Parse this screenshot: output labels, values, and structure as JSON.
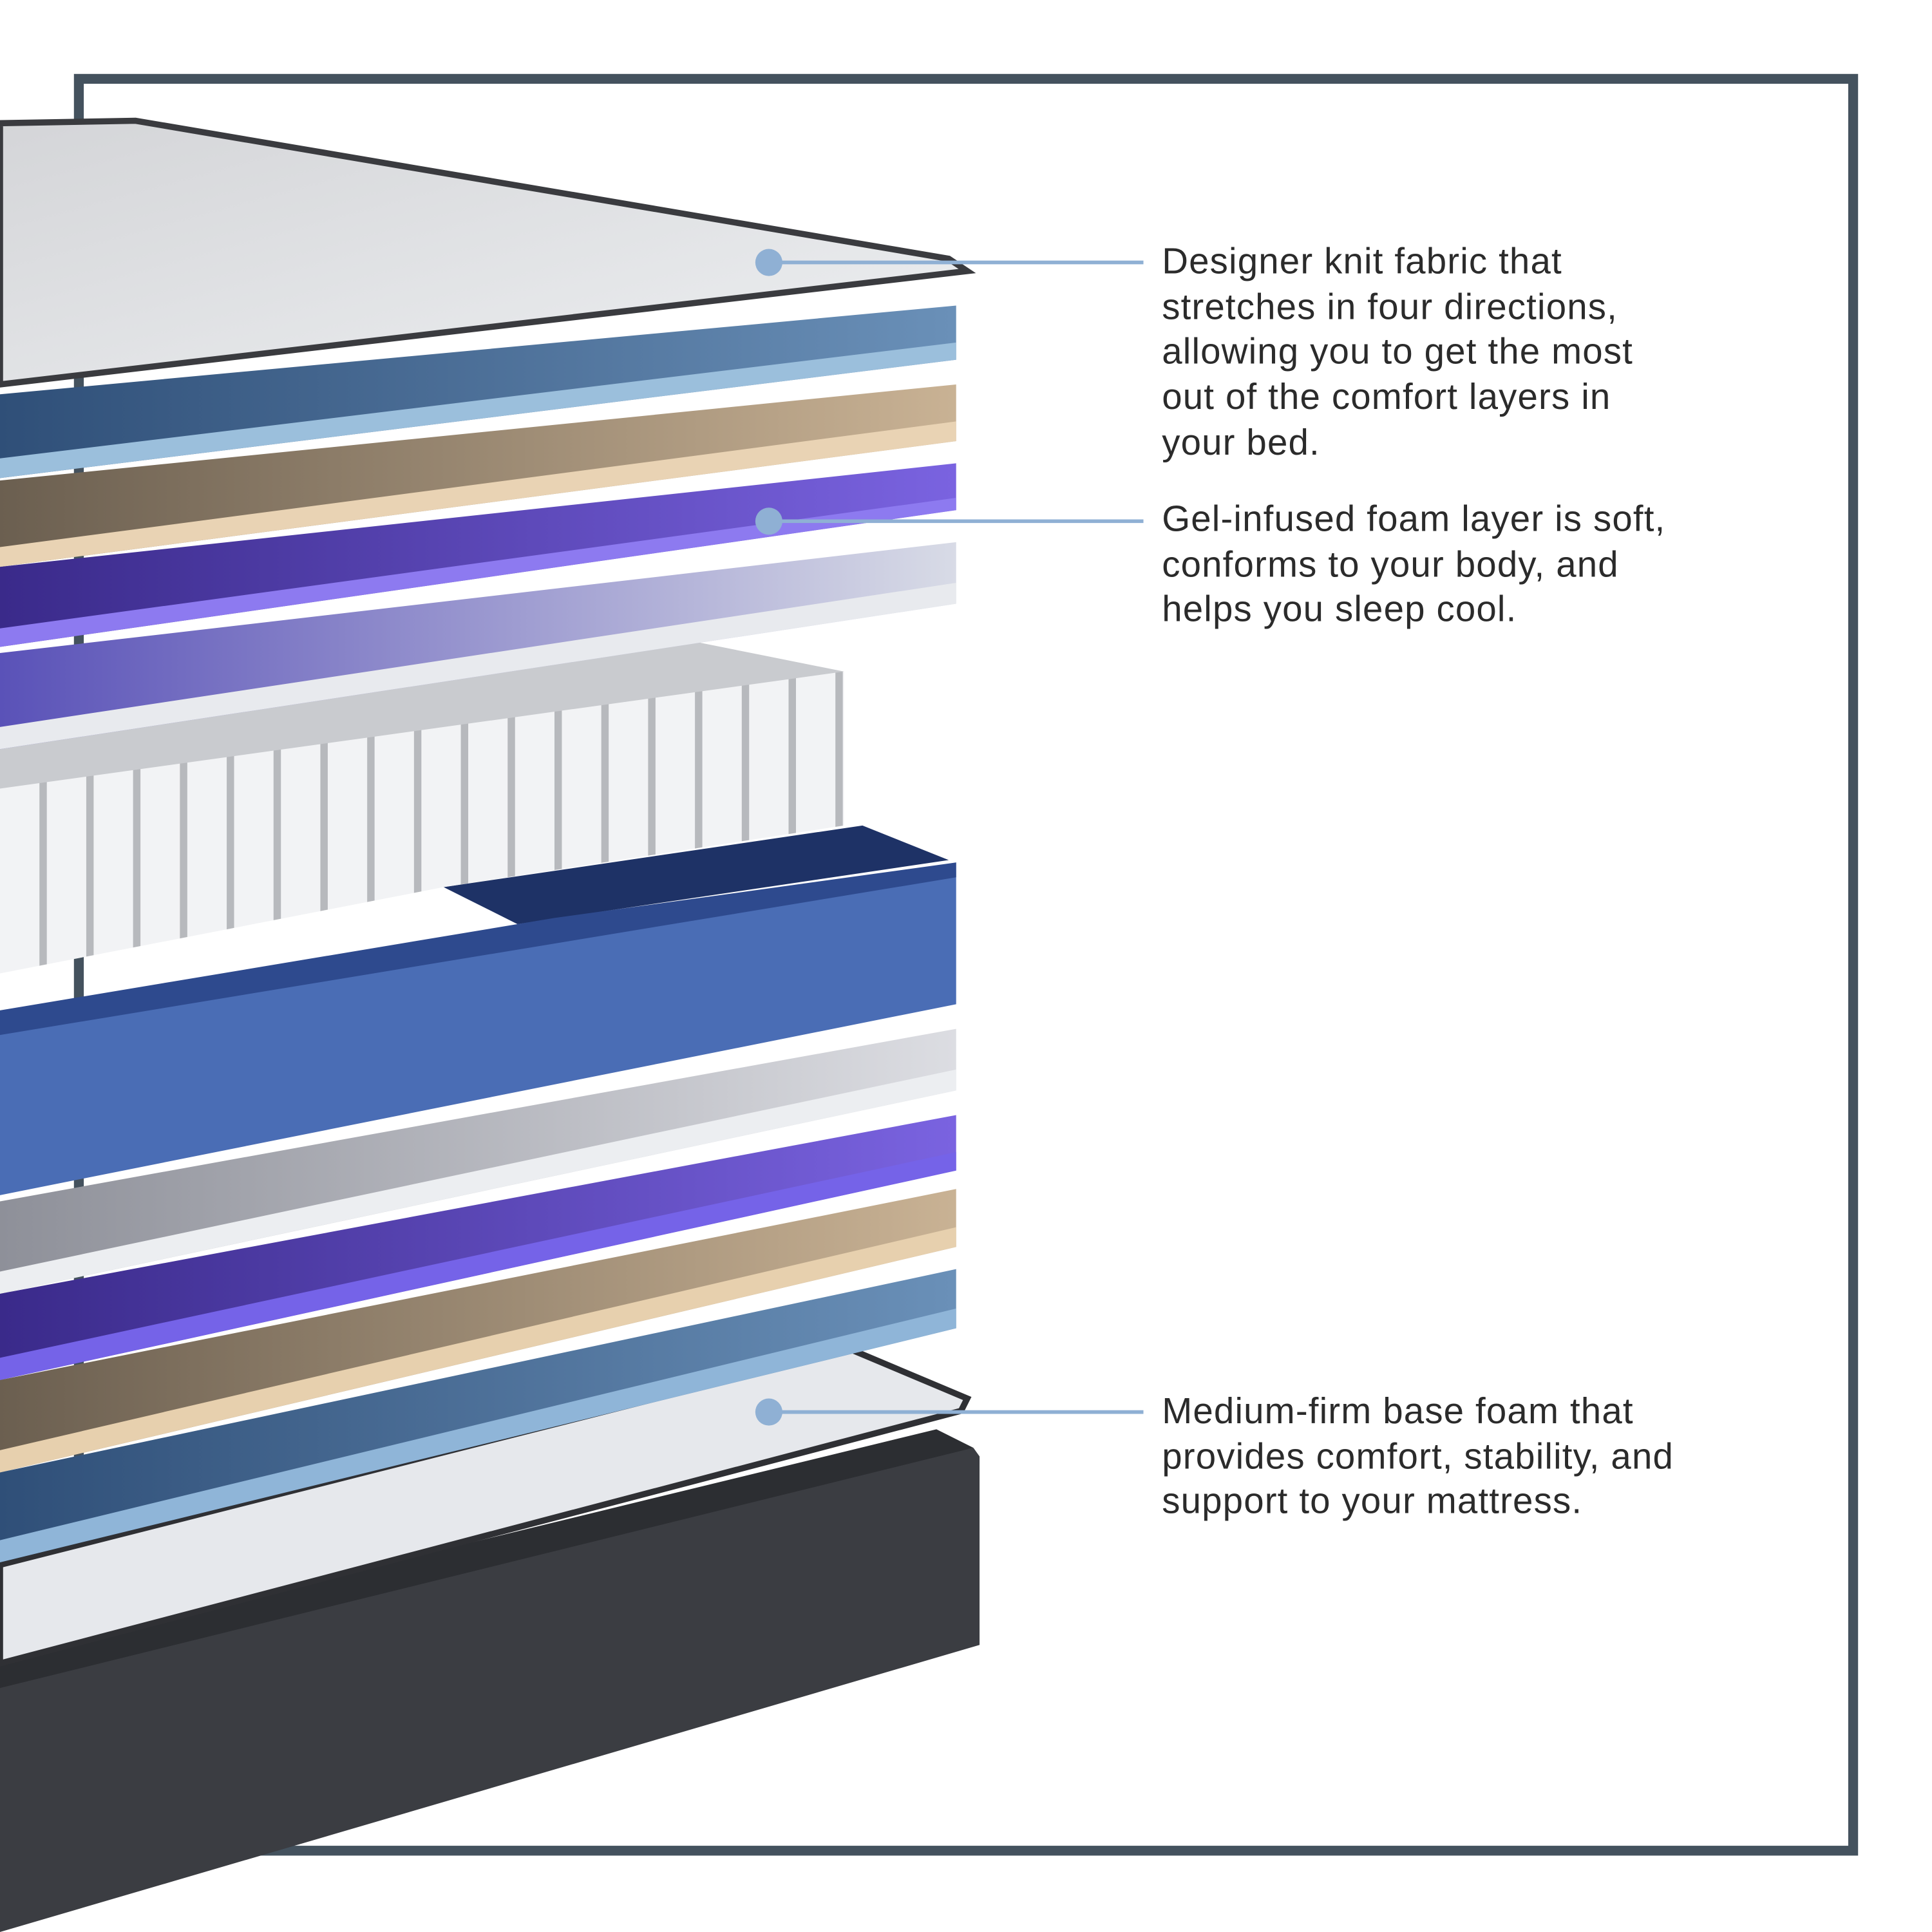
{
  "callouts": [
    {
      "lines": [
        "Designer knit fabric that",
        "stretches in four directions,",
        "allowing you to get the most",
        "out of the comfort layers in",
        "your bed."
      ]
    },
    {
      "lines": [
        "Gel-infused foam layer is soft,",
        "conforms to your body, and",
        "helps you sleep cool."
      ]
    },
    {
      "lines": [
        "Medium-firm base foam that",
        "provides comfort, stability, and",
        "support to your mattress."
      ]
    }
  ],
  "colors": {
    "frame": "#44525e",
    "callout_line": "#8fb0d4",
    "blue_foam": "#5c82a8",
    "tan_foam": "#b49e80",
    "gel_foam": "#5b46c8",
    "support_frame": "#4a6db5",
    "base": "#3b3d42"
  }
}
